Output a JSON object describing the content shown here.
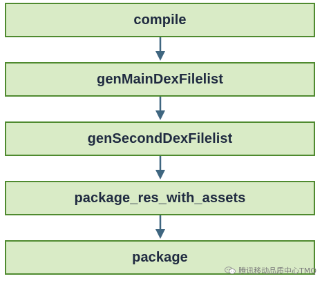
{
  "diagram": {
    "steps": [
      "compile",
      "genMainDexFilelist",
      "genSecondDexFilelist",
      "package_res_with_assets",
      "package"
    ]
  },
  "watermark": {
    "text": "腾讯移动品质中心TMQ",
    "icon": "chat-bubbles-icon"
  },
  "colors": {
    "box_fill": "#d9ebc6",
    "box_border": "#4f8a2f",
    "arrow": "#3f6680",
    "text": "#1f2a40"
  }
}
